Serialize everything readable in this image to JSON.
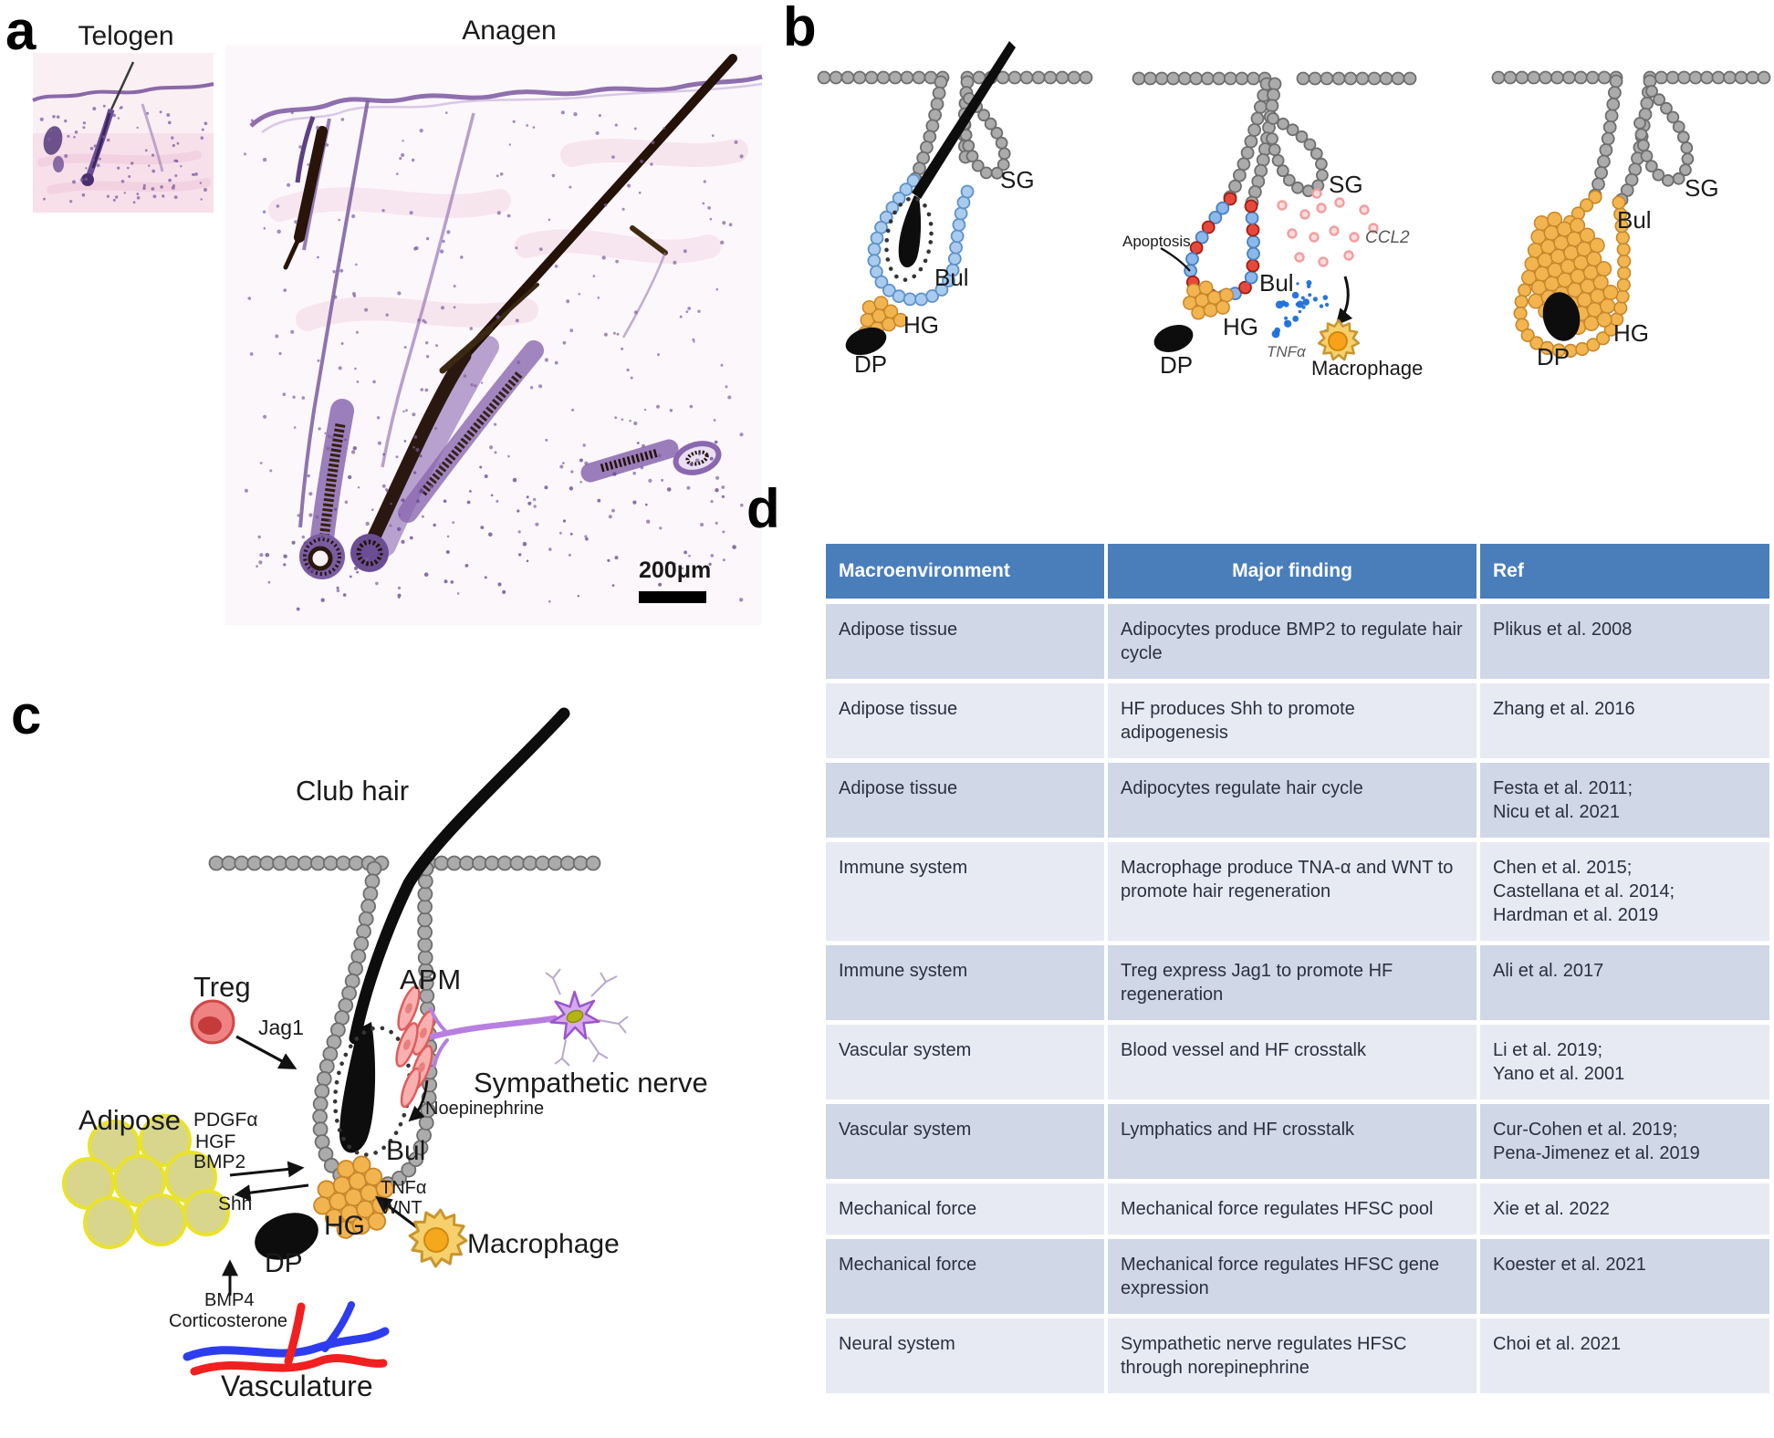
{
  "figure": {
    "panel_a": {
      "letter": "a",
      "telogen_title": "Telogen",
      "anagen_title": "Anagen",
      "scale_bar": "200μm"
    },
    "panel_b": {
      "letter": "b",
      "follicle1": {
        "sg": "SG",
        "bul": "Bul",
        "hg": "HG",
        "dp": "DP"
      },
      "follicle2": {
        "apoptosis": "Apoptosis",
        "sg": "SG",
        "ccl2": "CCL2",
        "bul": "Bul",
        "hg": "HG",
        "dp": "DP",
        "tnfa": "TNFα",
        "macrophage": "Macrophage"
      },
      "follicle3": {
        "sg": "SG",
        "bul": "Bul",
        "hg": "HG",
        "dp": "DP"
      }
    },
    "panel_c": {
      "letter": "c",
      "club_hair": "Club hair",
      "treg": "Treg",
      "jag1": "Jag1",
      "apm": "APM",
      "sympathetic_nerve": "Sympathetic nerve",
      "noepinephrine": "Noepinephrine",
      "adipose": "Adipose",
      "pdgfa": "PDGFα",
      "hgf": "HGF",
      "bmp2": "BMP2",
      "shh": "Shh",
      "bul": "Bul",
      "tnfa": "TNFα",
      "wnt": "WNT",
      "hg": "HG",
      "dp": "DP",
      "macrophage": "Macrophage",
      "bmp4": "BMP4",
      "corticosterone": "Corticosterone",
      "vasculature": "Vasculature"
    },
    "panel_d": {
      "letter": "d",
      "table": {
        "headers": [
          "Macroenvironment",
          "Major finding",
          "Ref"
        ],
        "rows": [
          [
            "Adipose tissue",
            "Adipocytes produce BMP2 to regulate hair cycle",
            "Plikus et al. 2008"
          ],
          [
            "Adipose tissue",
            "HF produces Shh to promote adipogenesis",
            "Zhang et al. 2016"
          ],
          [
            "Adipose tissue",
            "Adipocytes regulate hair cycle",
            "Festa et al. 2011;\nNicu et al. 2021"
          ],
          [
            "Immune system",
            "Macrophage produce TNA-α and WNT to promote hair regeneration",
            "Chen et al. 2015;\nCastellana et al. 2014;\nHardman et al. 2019"
          ],
          [
            "Immune system",
            "Treg express Jag1 to promote HF regeneration",
            "Ali et al. 2017"
          ],
          [
            "Vascular system",
            "Blood vessel and HF crosstalk",
            "Li et al. 2019;\nYano et al. 2001"
          ],
          [
            "Vascular system",
            "Lymphatics and HF crosstalk",
            "Cur-Cohen et al. 2019;\nPena-Jimenez et al. 2019"
          ],
          [
            "Mechanical force",
            "Mechanical force regulates HFSC pool",
            "Xie et al. 2022"
          ],
          [
            "Mechanical force",
            "Mechanical force regulates HFSC gene expression",
            "Koester et al. 2021"
          ],
          [
            "Neural system",
            "Sympathetic nerve regulates HFSC through norepinephrine",
            "Choi et al. 2021"
          ]
        ]
      }
    },
    "colors": {
      "table_header_blue": "#4a7ebb",
      "row_odd": "#d0d7e6",
      "row_even": "#e7eaf3",
      "bulge_blue": "#a9cbee",
      "hair_germ_orange": "#f2b44e",
      "apoptosis_red": "#e8483c",
      "macrophage_yellow": "#f7d06e",
      "nerve_purple": "#b77fe0",
      "vessel_red": "#f02020",
      "vessel_blue": "#2e3cf0"
    }
  }
}
